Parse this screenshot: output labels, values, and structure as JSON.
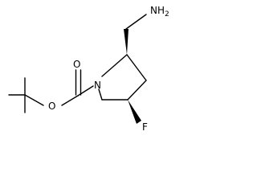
{
  "molecule": {
    "atoms": {
      "nh2": {
        "element": "N",
        "count": "H",
        "subscript": "2"
      },
      "o_carbonyl": {
        "element": "O"
      },
      "o_ester": {
        "element": "O"
      },
      "n_ring": {
        "element": "N"
      },
      "f": {
        "element": "F"
      }
    },
    "stereo_bonds": [
      "wedge",
      "wedge"
    ]
  }
}
